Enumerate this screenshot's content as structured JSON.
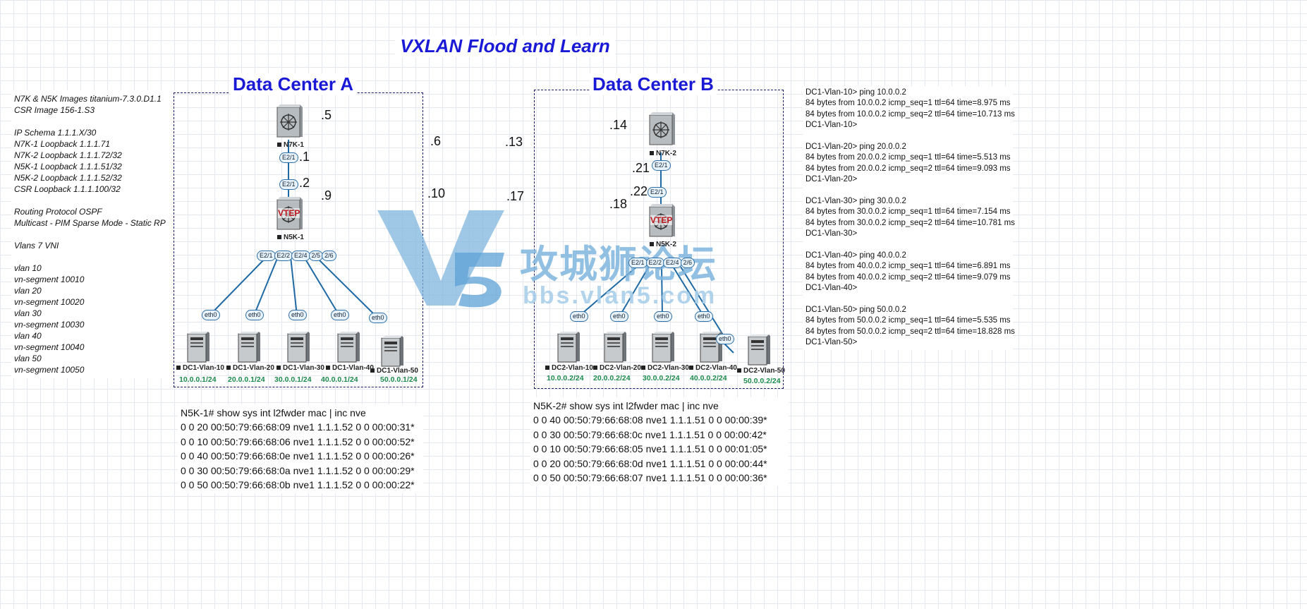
{
  "title": "VXLAN Flood and Learn",
  "dc_a": {
    "title": "Data Center A",
    "n7k": {
      "name": "N7K-1"
    },
    "n5k": {
      "name": "N5K-1",
      "badge": "VTEP"
    },
    "ips": {
      "n7k": ".5",
      "up1": ".1",
      "up2": ".2",
      "n5k": ".9",
      "ext_a": ".6",
      "ext_b": ".10"
    },
    "link_ports": {
      "n7k": "E2/1",
      "n5k": "E2/1"
    },
    "down_ports": [
      "E2/1",
      "E2/2",
      "E2/4",
      "2/5",
      "2/6"
    ],
    "hosts": [
      {
        "label": "DC1-Vlan-10",
        "subnet": "10.0.0.1/24",
        "port": "eth0"
      },
      {
        "label": "DC1-Vlan-20",
        "subnet": "20.0.0.1/24",
        "port": "eth0"
      },
      {
        "label": "DC1-Vlan-30",
        "subnet": "30.0.0.1/24",
        "port": "eth0"
      },
      {
        "label": "DC1-Vlan-40",
        "subnet": "40.0.0.1/24",
        "port": "eth0"
      },
      {
        "label": "DC1-Vlan-50",
        "subnet": "50.0.0.1/24",
        "port": "eth0"
      }
    ]
  },
  "dc_b": {
    "title": "Data Center B",
    "n7k": {
      "name": "N7K-2"
    },
    "n5k": {
      "name": "N5K-2",
      "badge": "VTEP"
    },
    "ips": {
      "n7k": ".14",
      "up1": ".21",
      "up2": ".22",
      "n5k": ".18",
      "ext_a": ".13",
      "ext_b": ".17"
    },
    "link_ports": {
      "n7k": "E2/1",
      "n5k": "E2/1"
    },
    "down_ports": [
      "E2/1",
      "E2/2",
      "E2/4",
      "2/6"
    ],
    "hosts": [
      {
        "label": "DC2-Vlan-10",
        "subnet": "10.0.0.2/24",
        "port": "eth0"
      },
      {
        "label": "DC2-Vlan-20",
        "subnet": "20.0.0.2/24",
        "port": "eth0"
      },
      {
        "label": "DC2-Vlan-30",
        "subnet": "30.0.0.2/24",
        "port": "eth0"
      },
      {
        "label": "DC2-Vlan-40",
        "subnet": "40.0.0.2/24",
        "port": "eth0"
      },
      {
        "label": "DC2-Vlan-50",
        "subnet": "50.0.0.2/24",
        "port": "eth0"
      }
    ]
  },
  "notes": [
    "N7K & N5K Images titanium-7.3.0.D1.1",
    "CSR Image 156-1.S3",
    "",
    "IP Schema 1.1.1.X/30",
    "N7K-1 Loopback 1.1.1.71",
    "N7K-2 Loopback 1.1.1.72/32",
    "N5K-1 Loopback 1.1.1.51/32",
    "N5K-2 Loopback 1.1.1.52/32",
    "CSR Loopback 1.1.1.100/32",
    "",
    "Routing Protocol OSPF",
    "Multicast - PIM Sparse Mode - Static RP",
    "",
    "Vlans 7 VNI",
    "",
    "vlan 10",
    "vn-segment 10010",
    "vlan 20",
    "vn-segment 10020",
    "vlan 30",
    "vn-segment 10030",
    "vlan 40",
    "vn-segment 10040",
    "vlan 50",
    "vn-segment 10050"
  ],
  "pings": [
    "DC1-Vlan-10> ping 10.0.0.2",
    "84 bytes from 10.0.0.2 icmp_seq=1 ttl=64 time=8.975 ms",
    "84 bytes from 10.0.0.2 icmp_seq=2 ttl=64 time=10.713 ms",
    "DC1-Vlan-10>",
    "",
    "DC1-Vlan-20> ping 20.0.0.2",
    "84 bytes from 20.0.0.2 icmp_seq=1 ttl=64 time=5.513 ms",
    "84 bytes from 20.0.0.2 icmp_seq=2 ttl=64 time=9.093 ms",
    "DC1-Vlan-20>",
    "",
    "DC1-Vlan-30> ping 30.0.0.2",
    "84 bytes from 30.0.0.2 icmp_seq=1 ttl=64 time=7.154 ms",
    "84 bytes from 30.0.0.2 icmp_seq=2 ttl=64 time=10.781 ms",
    "DC1-Vlan-30>",
    "",
    "DC1-Vlan-40> ping 40.0.0.2",
    "84 bytes from 40.0.0.2 icmp_seq=1 ttl=64 time=6.891 ms",
    "84 bytes from 40.0.0.2 icmp_seq=2 ttl=64 time=9.079 ms",
    "DC1-Vlan-40>",
    "",
    "DC1-Vlan-50> ping 50.0.0.2",
    "84 bytes from 50.0.0.2 icmp_seq=1 ttl=64 time=5.535 ms",
    "84 bytes from 50.0.0.2 icmp_seq=2 ttl=64 time=18.828 ms",
    "DC1-Vlan-50>"
  ],
  "mac_a": {
    "cmd": "N5K-1# show sys int l2fwder mac | inc nve",
    "rows": [
      "0 0 20 00:50:79:66:68:09 nve1 1.1.1.52 0 0 00:00:31*",
      "0 0 10 00:50:79:66:68:06 nve1 1.1.1.52 0 0 00:00:52*",
      "0 0 40 00:50:79:66:68:0e nve1 1.1.1.52 0 0 00:00:26*",
      "0 0 30 00:50:79:66:68:0a nve1 1.1.1.52 0 0 00:00:29*",
      "0 0 50 00:50:79:66:68:0b nve1 1.1.1.52 0 0 00:00:22*"
    ]
  },
  "mac_b": {
    "cmd": "N5K-2# show sys int l2fwder mac | inc nve",
    "rows": [
      "0 0 40 00:50:79:66:68:08 nve1 1.1.1.51 0 0 00:00:39*",
      "0 0 30 00:50:79:66:68:0c nve1 1.1.1.51 0 0 00:00:42*",
      "0 0 10 00:50:79:66:68:05 nve1 1.1.1.51 0 0 00:01:05*",
      "0 0 20 00:50:79:66:68:0d nve1 1.1.1.51 0 0 00:00:44*",
      "0 0 50 00:50:79:66:68:07 nve1 1.1.1.51 0 0 00:00:36*"
    ]
  },
  "watermark": {
    "cn": "攻城狮论坛",
    "url": "bbs.vlan5.com",
    "glyph": "V5"
  },
  "colors": {
    "title": "#1a1ad6",
    "link": "#1f6aa5",
    "subnet": "#1e8a4c",
    "watermark": "#7fb6de"
  },
  "icons": [
    "nexus-switch-icon",
    "server-icon"
  ]
}
